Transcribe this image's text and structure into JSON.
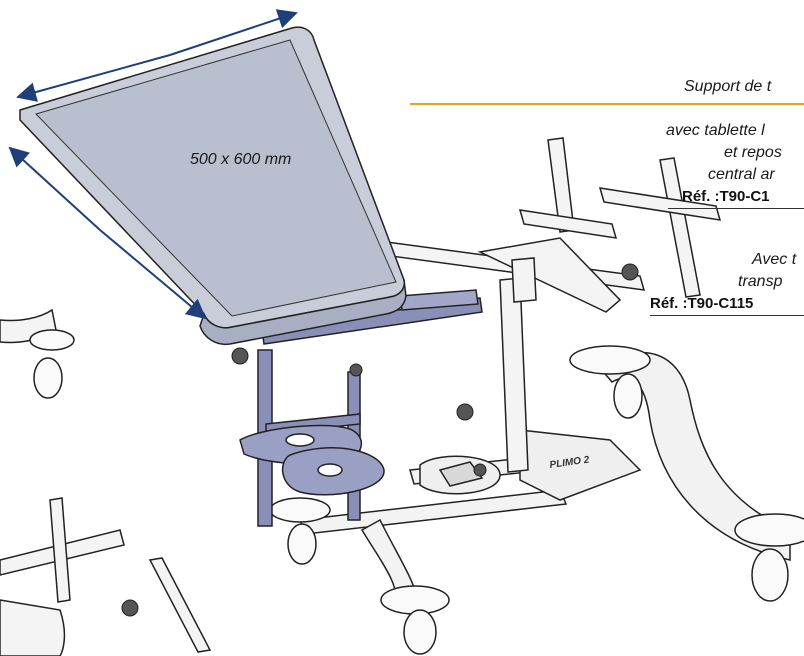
{
  "dimension": "500 x 600 mm",
  "callout": {
    "title": "Support de t",
    "line1": "avec tablette l",
    "line2": "et repos",
    "line3": "central ar",
    "ref1": "Réf. :T90-C1",
    "line4": "Avec t",
    "line5": "transp",
    "ref2": "Réf. :T90-C115"
  },
  "brand_label": "PLIMO 2",
  "colors": {
    "leader_line": "#e8a317",
    "tray_fill": "#c9cdd9",
    "tray_inner": "#b9bfcf",
    "frame_purple": "#8a8fb8",
    "arrow": "#1f3f7a",
    "outline": "#222222"
  }
}
